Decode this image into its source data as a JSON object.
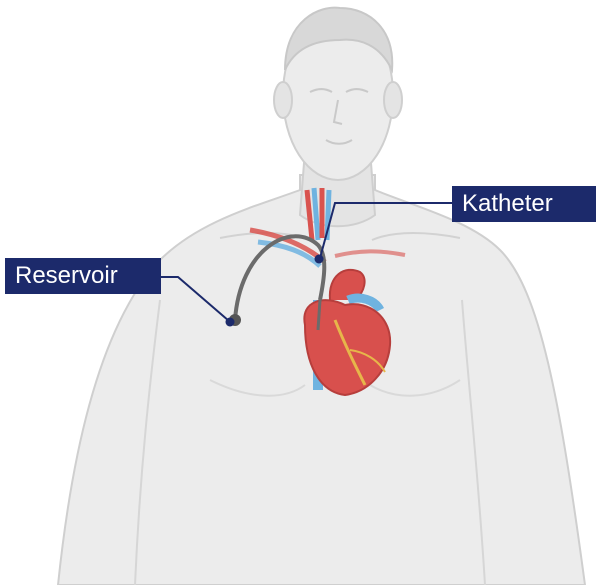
{
  "labels": {
    "reservoir": "Reservoir",
    "katheter": "Katheter"
  },
  "colors": {
    "body_fill": "#ececec",
    "body_stroke": "#cfcfcf",
    "label_bg": "#1c2a6b",
    "label_text": "#ffffff",
    "artery_red": "#d9534f",
    "vein_blue": "#6fb3e0",
    "heart_red": "#d8504d",
    "catheter_gray": "#6b6b6b",
    "marker_navy": "#1c2a6b"
  },
  "icons": {
    "figure": "human-torso-illustration",
    "heart": "anatomical-heart-illustration",
    "device": "port-catheter-illustration"
  }
}
